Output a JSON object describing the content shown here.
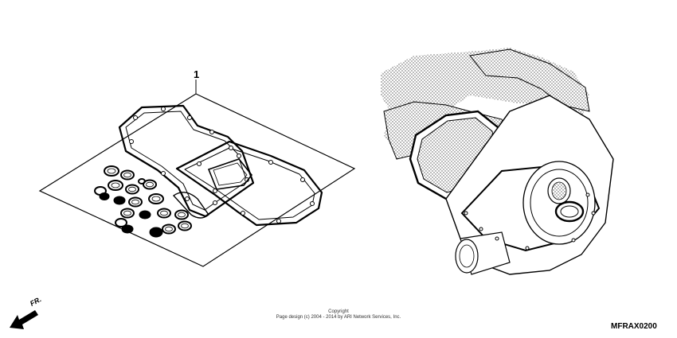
{
  "diagram": {
    "part_number_label": "1",
    "direction_label": "FR.",
    "copyright_line1": "Copyright",
    "copyright_line2": "Page design (c) 2004 - 2014 by ARI Network Services, Inc.",
    "diagram_code": "MFRAX0200"
  }
}
